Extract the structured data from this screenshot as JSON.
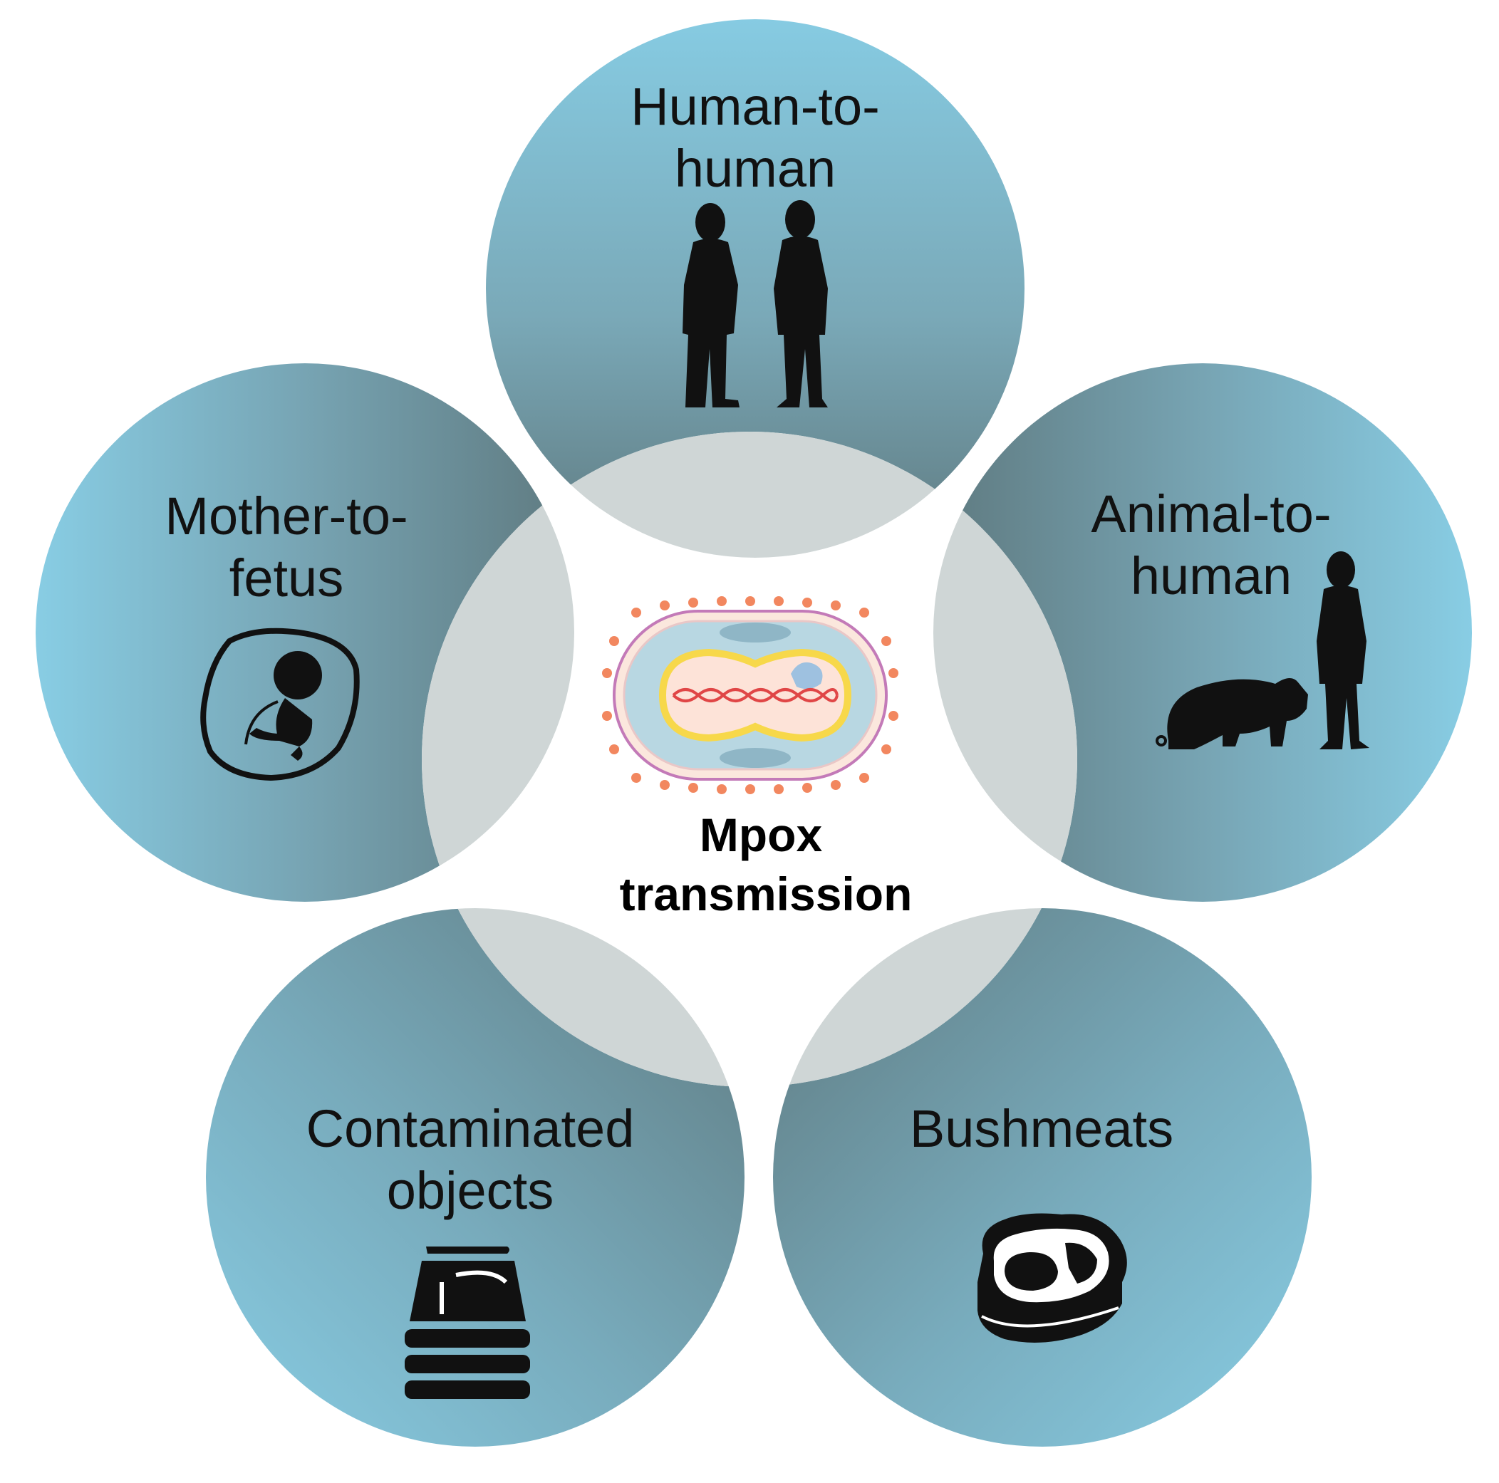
{
  "diagram": {
    "center": {
      "title_line1": "Mpox",
      "title_line2": "transmission",
      "icon": "mpox-virus-icon"
    },
    "routes": [
      {
        "id": "human-to-human",
        "line1": "Human-to-",
        "line2": "human",
        "icon": "two-men-silhouette-icon"
      },
      {
        "id": "animal-to-human",
        "line1": "Animal-to-",
        "line2": "human",
        "icon": "pig-and-man-silhouette-icon"
      },
      {
        "id": "bushmeats",
        "line1": "Bushmeats",
        "line2": "",
        "icon": "meat-steak-icon"
      },
      {
        "id": "contaminated-objects",
        "line1": "Contaminated",
        "line2": "objects",
        "icon": "folded-bedding-icon"
      },
      {
        "id": "mother-to-fetus",
        "line1": "Mother-to-",
        "line2": "fetus",
        "icon": "fetus-in-womb-icon"
      }
    ],
    "colors": {
      "circle_light": "#86cbe2",
      "circle_dark": "#5f7a80",
      "overlap": "#cfd6d6",
      "virus_spike": "#f2875f",
      "virus_membrane": "#b8d7e2",
      "virus_core": "#fde3d8",
      "virus_core_ring": "#f7d84a",
      "dna": "#e04646"
    }
  }
}
